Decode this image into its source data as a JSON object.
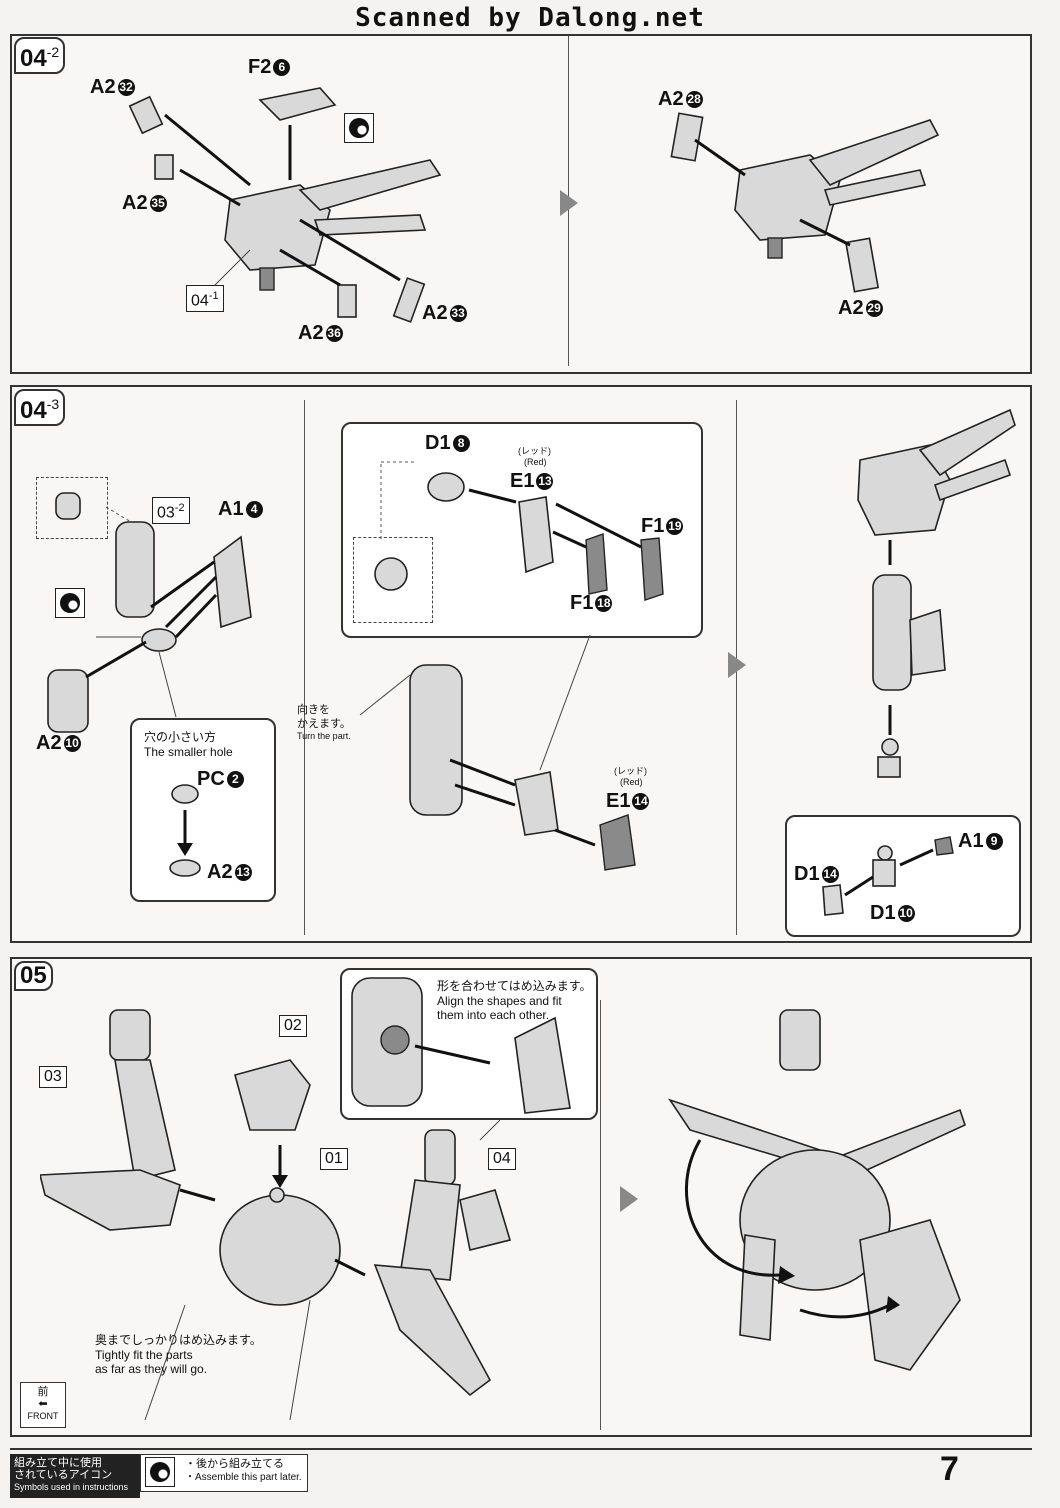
{
  "header": {
    "scan_credit": "Scanned by Dalong.net"
  },
  "step_04_2": {
    "tab": "04",
    "tab_sub": "-2",
    "sub_ref": "04",
    "sub_ref_sub": "-1",
    "parts": [
      {
        "sprue": "F2",
        "num": "6"
      },
      {
        "sprue": "A2",
        "num": "32"
      },
      {
        "sprue": "A2",
        "num": "35"
      },
      {
        "sprue": "A2",
        "num": "36"
      },
      {
        "sprue": "A2",
        "num": "33"
      }
    ],
    "parts_right": [
      {
        "sprue": "A2",
        "num": "28"
      },
      {
        "sprue": "A2",
        "num": "29"
      }
    ]
  },
  "step_04_3": {
    "tab": "04",
    "tab_sub": "-3",
    "sub_ref": "03",
    "sub_ref_sub": "-2",
    "parts_left": [
      {
        "sprue": "A1",
        "num": "4"
      },
      {
        "sprue": "A2",
        "num": "10"
      }
    ],
    "smaller_hole_jp": "穴の小さい方",
    "smaller_hole_en": "The smaller hole",
    "pc_part": {
      "sprue": "PC",
      "num": "2"
    },
    "pc_target": {
      "sprue": "A2",
      "num": "13"
    },
    "callout_parts": [
      {
        "sprue": "D1",
        "num": "8"
      },
      {
        "sprue": "E1",
        "num": "13",
        "color_jp": "(レッド)",
        "color_en": "(Red)"
      },
      {
        "sprue": "F1",
        "num": "19"
      },
      {
        "sprue": "F1",
        "num": "18"
      }
    ],
    "turn_jp_1": "向きを",
    "turn_jp_2": "かえます。",
    "turn_en": "Turn the part.",
    "lower_part": {
      "sprue": "E1",
      "num": "14",
      "color_jp": "(レッド)",
      "color_en": "(Red)"
    },
    "right_parts": [
      {
        "sprue": "A1",
        "num": "9"
      },
      {
        "sprue": "D1",
        "num": "14"
      },
      {
        "sprue": "D1",
        "num": "10"
      }
    ]
  },
  "step_05": {
    "tab": "05",
    "refs": {
      "r03": "03",
      "r02": "02",
      "r01": "01",
      "r04": "04"
    },
    "align_jp": "形を合わせてはめ込みます。",
    "align_en_1": "Align the shapes and fit",
    "align_en_2": "them into each other.",
    "tight_jp": "奥までしっかりはめ込みます。",
    "tight_en_1": "Tightly fit the parts",
    "tight_en_2": "as far as they will go.",
    "front_jp": "前",
    "front_en": "FRONT"
  },
  "footer": {
    "legend_jp_1": "組み立て中に使用",
    "legend_jp_2": "されているアイコン",
    "legend_en": "Symbols used in instructions",
    "later_jp": "・後から組み立てる",
    "later_en": "・Assemble this part later.",
    "page_number": "7"
  }
}
